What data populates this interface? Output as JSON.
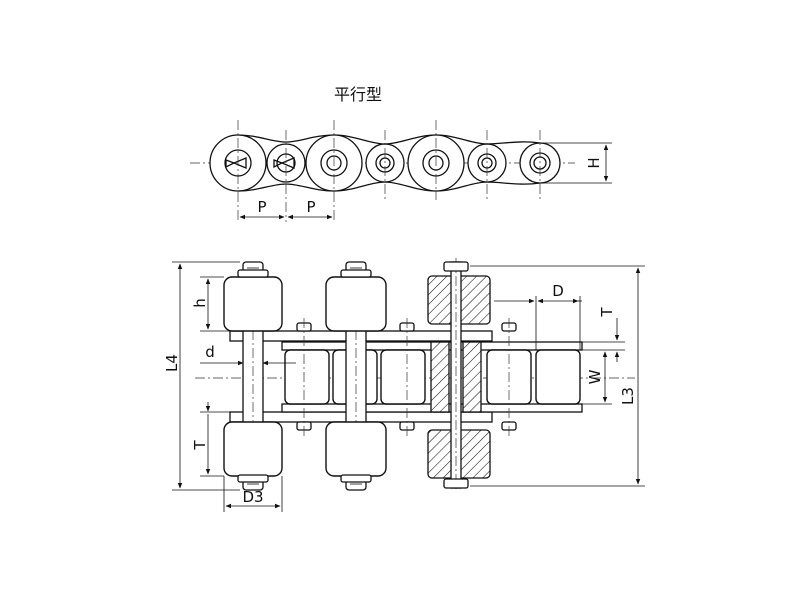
{
  "title": "平行型",
  "labels": {
    "P1": "P",
    "P2": "P",
    "H": "H",
    "h": "h",
    "L4": "L4",
    "d": "d",
    "T_left": "T",
    "D3": "D3",
    "D": "D",
    "T_right": "T",
    "W": "W",
    "L3": "L3"
  },
  "colors": {
    "line": "#111111",
    "background": "#ffffff"
  }
}
